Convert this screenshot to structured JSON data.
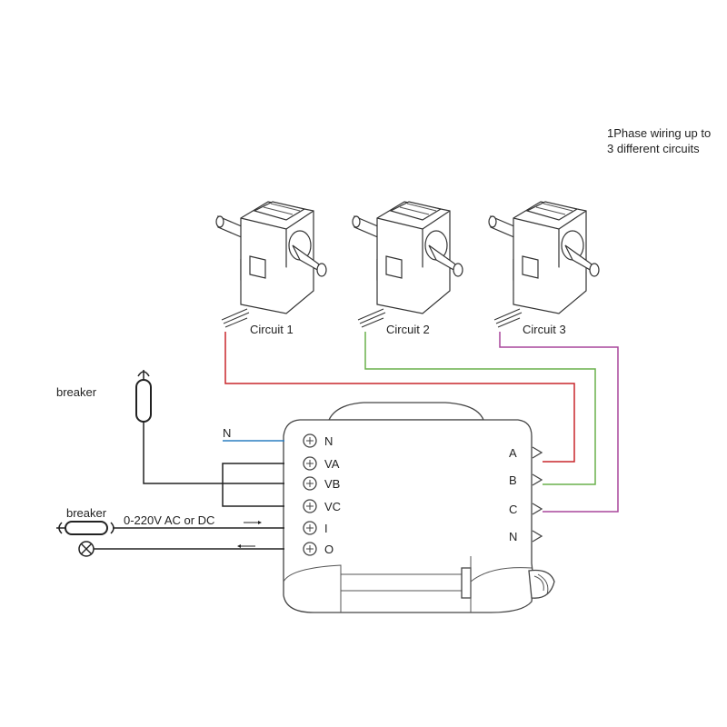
{
  "note": {
    "line1": "1Phase wiring up to",
    "line2": "3 different circuits"
  },
  "sensors": [
    {
      "label": "Circuit 1",
      "wire_color": "#c8262b"
    },
    {
      "label": "Circuit 2",
      "wire_color": "#6ab04c"
    },
    {
      "label": "Circuit 3",
      "wire_color": "#a9479b"
    }
  ],
  "left_side": {
    "breaker_top_label": "breaker",
    "breaker_bottom_label": "breaker",
    "neutral_label": "N",
    "neutral_color": "#2a7fc1",
    "supply_label": "0-220V AC or DC",
    "lamp_icon": "lamp-cross-circle-icon"
  },
  "device": {
    "left_terminals": [
      "N",
      "VA",
      "VB",
      "VC",
      "I",
      "O"
    ],
    "right_terminals": [
      "A",
      "B",
      "C",
      "N"
    ]
  }
}
